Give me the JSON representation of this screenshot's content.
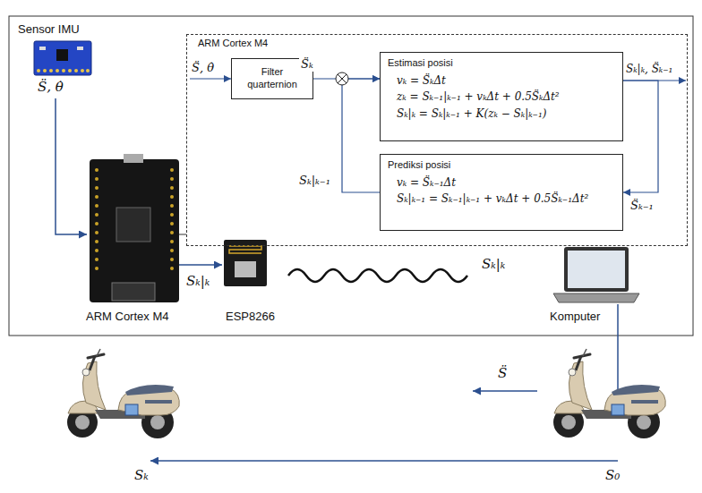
{
  "diagram": {
    "nodes": [
      {
        "text": [
          "ARM Cortex M4"
        ]
      },
      {
        "text": [
          "Filter quarternion"
        ],
        "in": 0
      },
      {
        "text": [
          "Estimasi posisi",
          "vₖ = S̈ₖΔt",
          "zₖ = Sₖ₋₁|ₖ₋₁ + vₖΔt + 0.5S̈ₖΔt²",
          "Sₖ|ₖ = Sₖ|ₖ₋₁ + K(zₖ − Sₖ|ₖ₋₁)"
        ],
        "in": 0
      },
      {
        "text": [
          "Prediksi posisi",
          "vₖ = S̈ₖ₋₁Δt",
          "Sₖ|ₖ₋₁ = Sₖ₋₁|ₖ₋₁ + vₖΔt + 0.5S̈ₖ₋₁Δt²"
        ],
        "in": 0
      }
    ],
    "edges": [
      {
        "from": 1,
        "to": 2,
        "arrow": "to",
        "label": "S̈ₖ"
      },
      {
        "from": 3,
        "to": 2,
        "arrow": "to",
        "label": "Sₖ|ₖ₋₁"
      },
      {
        "from": 2,
        "to": 3,
        "arrow": "to",
        "label": "S̈ₖ₋₁"
      }
    ],
    "labels": [
      "Sensor IMU",
      "S̈, θ̇",
      "S̈, θ̇",
      "Sₖ|ₖ, S̈ₖ₋₁",
      "ARM Cortex M4",
      "ESP8266",
      "Sₖ|ₖ",
      "Sₖ|ₖ",
      "Komputer",
      "S̈",
      "Sₖ",
      "S₀"
    ]
  }
}
